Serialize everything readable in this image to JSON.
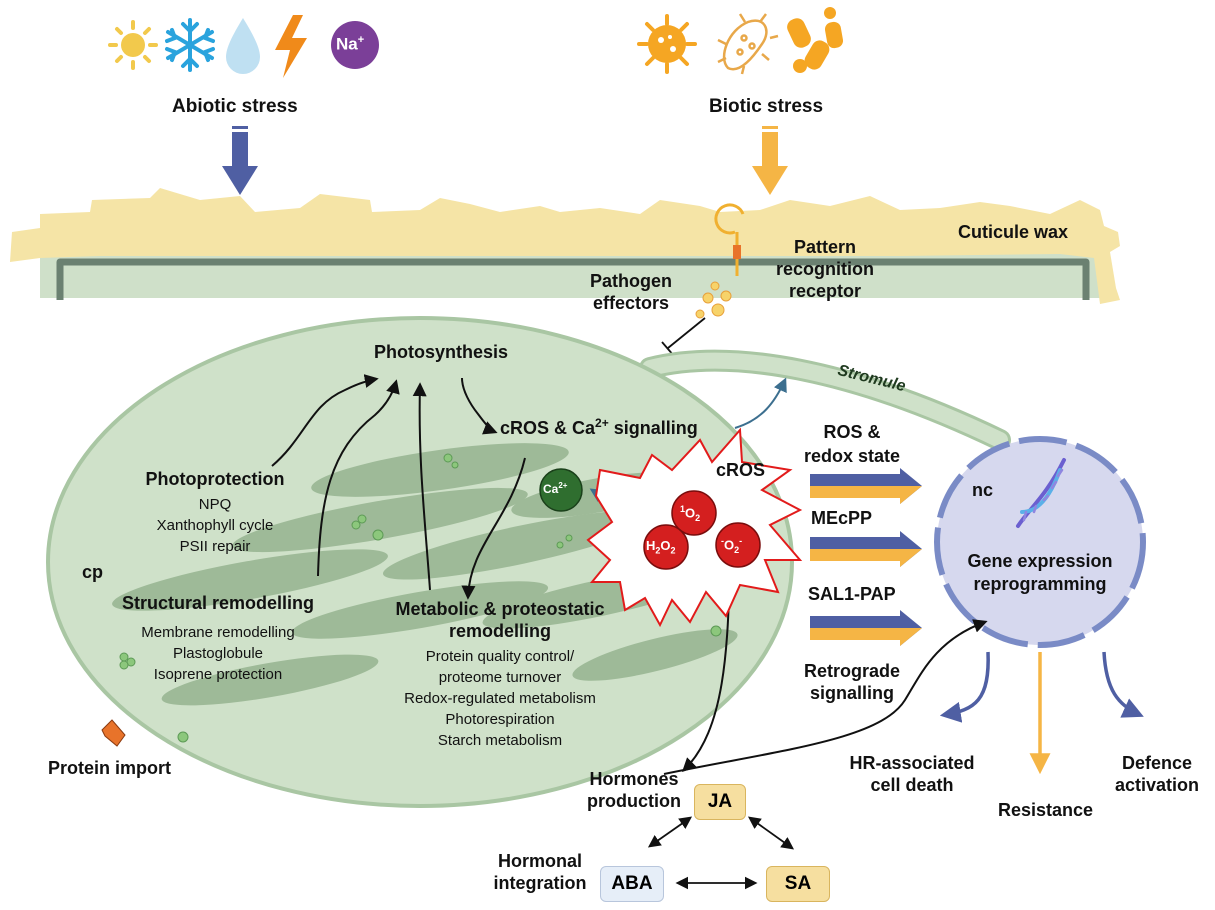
{
  "stress": {
    "abiotic": "Abiotic stress",
    "biotic": "Biotic stress",
    "sodium_ion": "Na",
    "sodium_charge": "+"
  },
  "structures": {
    "cuticle_wax": "Cuticule wax",
    "pathogen_effectors": [
      "Pathogen",
      "effectors"
    ],
    "receptor": [
      "Pattern",
      "recognition",
      "receptor"
    ],
    "stromule": "Stromule",
    "chloroplast": "cp",
    "nucleus": "nc",
    "protein_import": "Protein import"
  },
  "chloroplast": {
    "photosynthesis": "Photosynthesis",
    "signalling": {
      "prefix": "cROS & Ca",
      "sup": "2+",
      "suffix": " signalling"
    },
    "photoprotection": {
      "title": "Photoprotection",
      "items": [
        "NPQ",
        "Xanthophyll cycle",
        "PSII repair"
      ]
    },
    "structural": {
      "title": "Structural remodelling",
      "items": [
        "Membrane remodelling",
        "Plastoglobule",
        "Isoprene protection"
      ]
    },
    "metabolic": {
      "title": [
        "Metabolic & proteostatic",
        "remodelling"
      ],
      "items": [
        "Protein quality control/",
        "proteome turnover",
        "Redox-regulated metabolism",
        "Photorespiration",
        "Starch metabolism"
      ]
    },
    "cros_label": "cROS",
    "ca_ion": {
      "base": "Ca",
      "sup": "2+"
    },
    "singlet_oxygen": {
      "sup": "1",
      "base": "O",
      "sub": "2"
    },
    "hydrogen_peroxide": {
      "h": "H",
      "h_sub": "2",
      "o": "O",
      "o_sub": "2"
    },
    "superoxide": {
      "pre": "-",
      "base": "O",
      "sub": "2",
      "post": "-"
    }
  },
  "retrograde": {
    "signals": [
      [
        "ROS &",
        "redox state"
      ],
      [
        "MEcPP"
      ],
      [
        "SAL1-PAP"
      ]
    ],
    "label": [
      "Retrograde",
      "signalling"
    ]
  },
  "nucleus": {
    "label": [
      "Gene expression",
      "reprogramming"
    ]
  },
  "outcomes": {
    "hr": [
      "HR-associated",
      "cell death"
    ],
    "resistance": "Resistance",
    "defence": [
      "Defence",
      "activation"
    ]
  },
  "hormones": {
    "production": [
      "Hormones",
      "production"
    ],
    "integration": [
      "Hormonal",
      "integration"
    ],
    "ja": "JA",
    "aba": "ABA",
    "sa": "SA"
  },
  "colors": {
    "abiotic_arrow": "#4f5fa3",
    "biotic_arrow": "#f5b545",
    "wax": "#f5e4a6",
    "wall": "#6b8171",
    "chloroplast_fill": "#cfe1c9",
    "thylakoid": "#9eba98",
    "ros_red": "#d41f1f",
    "nucleus_fill": "#d6d8ee",
    "nucleus_border": "#7a8bc6",
    "ca_green": "#2f6e2f"
  }
}
